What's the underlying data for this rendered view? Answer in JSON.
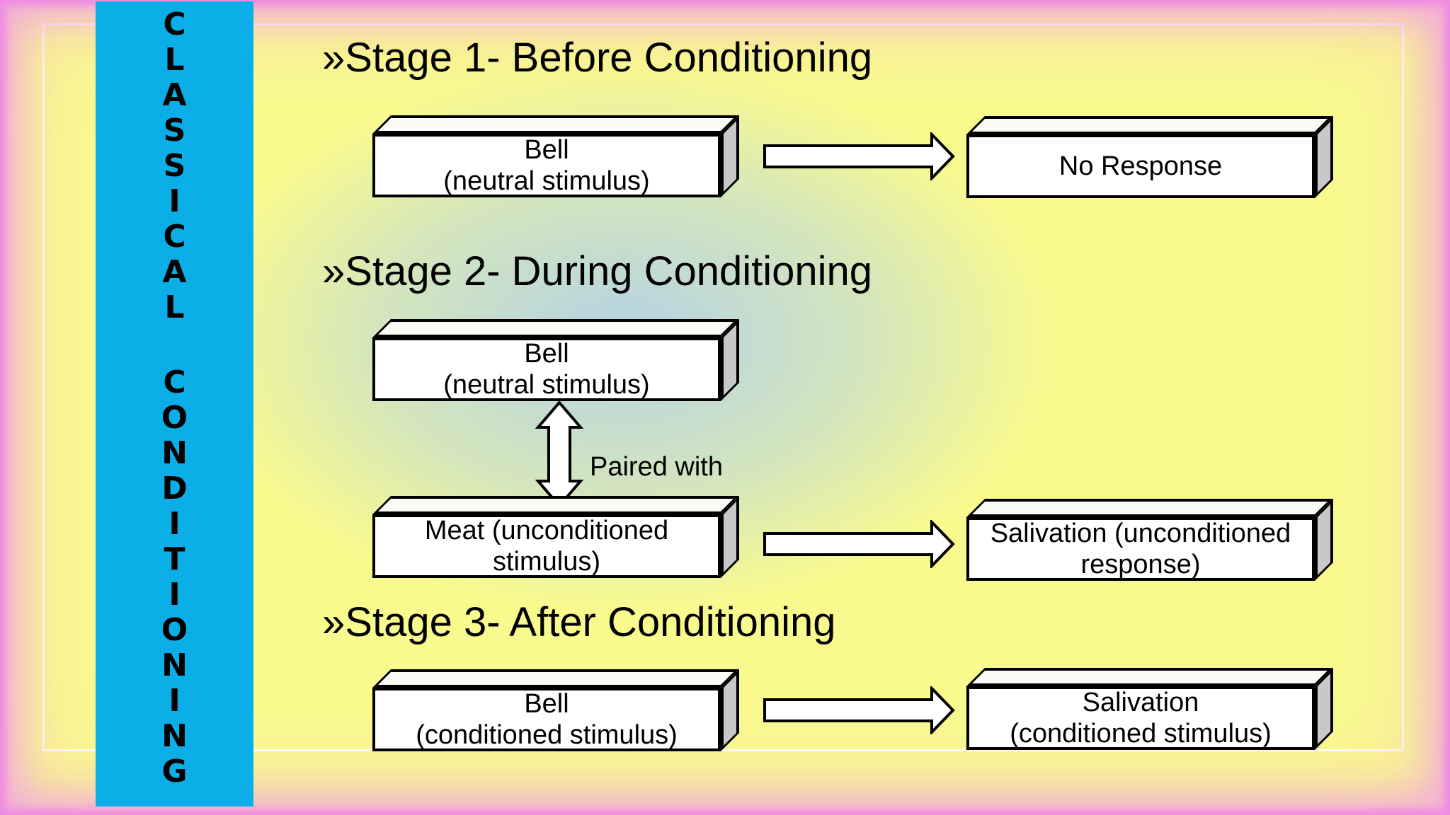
{
  "vertical_banner": {
    "text": "CLASSICAL CONDITIONING",
    "letters": [
      "C",
      "L",
      "A",
      "S",
      "S",
      "I",
      "C",
      "A",
      "L",
      "C",
      "O",
      "N",
      "D",
      "I",
      "T",
      "I",
      "O",
      "N",
      "I",
      "N",
      "G"
    ],
    "word_break_index": 9
  },
  "stages": [
    {
      "bullet": "»",
      "title": "Stage 1- Before Conditioning",
      "left_box": {
        "lines": [
          "Bell",
          "(neutral stimulus)"
        ]
      },
      "right_box": {
        "lines": [
          "No Response"
        ]
      }
    },
    {
      "bullet": "»",
      "title": "Stage 2- During Conditioning",
      "top_box": {
        "lines": [
          "Bell",
          "(neutral stimulus)"
        ]
      },
      "pair_label": "Paired with",
      "bottom_box": {
        "lines": [
          "Meat (unconditioned",
          "stimulus)"
        ]
      },
      "right_box": {
        "lines": [
          "Salivation (unconditioned",
          "response)"
        ]
      }
    },
    {
      "bullet": "»",
      "title": "Stage 3- After Conditioning",
      "left_box": {
        "lines": [
          "Bell",
          "(conditioned stimulus)"
        ]
      },
      "right_box": {
        "lines": [
          "Salivation",
          "(conditioned stimulus)"
        ]
      }
    }
  ],
  "colors": {
    "banner_background": "#0caee8",
    "slide_background_yellow": "#f9fa8e",
    "center_tint_blue": "#cfe1eb",
    "frame_pink": "#ef9ae4",
    "box_face": "#ffffff",
    "box_side": "#c8c8c8",
    "outline": "#000000",
    "text": "#000000"
  }
}
